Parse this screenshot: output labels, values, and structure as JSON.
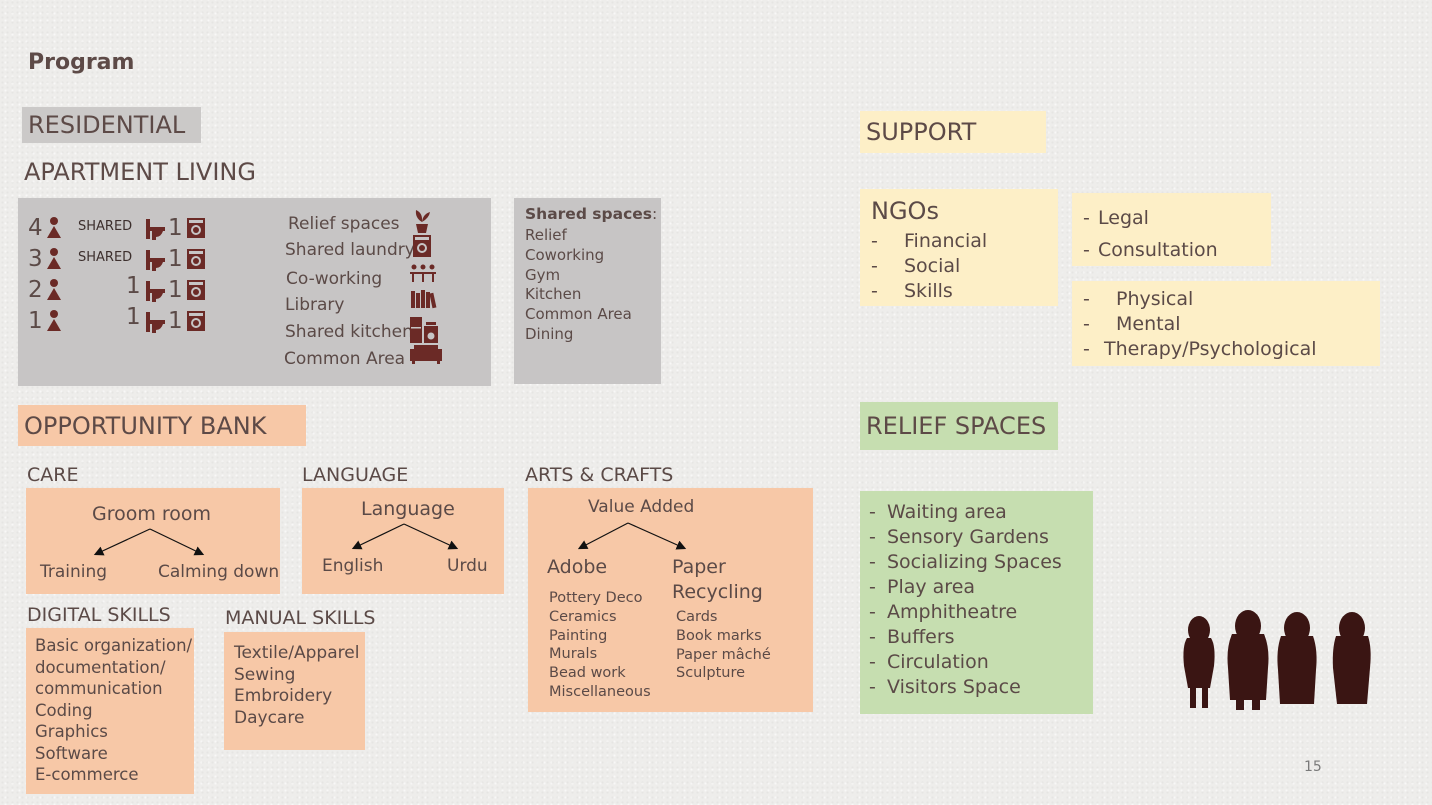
{
  "page": {
    "title": "Program",
    "page_number": "15"
  },
  "residential": {
    "heading": "RESIDENTIAL",
    "subheading": "APARTMENT LIVING",
    "units": [
      {
        "count": "4",
        "shared": "SHARED",
        "bath": "1",
        "laundry": "1"
      },
      {
        "count": "3",
        "shared": "SHARED",
        "bath": "1",
        "laundry": "1"
      },
      {
        "count": "2",
        "shared": "",
        "bath": "1",
        "laundry": "1"
      },
      {
        "count": "1",
        "shared": "",
        "bath": "1",
        "laundry": "1"
      }
    ],
    "amenities": [
      {
        "label": "Relief spaces",
        "icon": "plant-icon"
      },
      {
        "label": "Shared laundry",
        "icon": "washing-machine-icon"
      },
      {
        "label": "Co-working",
        "icon": "people-table-icon"
      },
      {
        "label": "Library",
        "icon": "books-icon"
      },
      {
        "label": "Shared kitchen",
        "icon": "fridge-stove-icon"
      },
      {
        "label": "Common Area",
        "icon": "sofa-icon"
      }
    ],
    "shared_spaces": {
      "title": "Shared spaces",
      "items": [
        "Relief",
        "Coworking",
        "Gym",
        "Kitchen",
        "Common Area",
        "Dining"
      ]
    }
  },
  "opportunity_bank": {
    "heading": "OPPORTUNITY BANK",
    "care": {
      "label": "CARE",
      "root": "Groom room",
      "left": "Training",
      "right": "Calming down"
    },
    "language": {
      "label": "LANGUAGE",
      "root": "Language",
      "left": "English",
      "right": "Urdu"
    },
    "arts": {
      "label": "ARTS & CRAFTS",
      "root": "Value Added",
      "left": "Adobe",
      "right_line1": "Paper",
      "right_line2": "Recycling",
      "left_items": [
        "Pottery Deco",
        "Ceramics",
        "Painting",
        "Murals",
        "Bead work",
        "Miscellaneous"
      ],
      "right_items": [
        "Cards",
        "Book marks",
        "Paper mâché",
        "Sculpture"
      ]
    },
    "digital": {
      "label": "DIGITAL SKILLS",
      "items": [
        "Basic organization/",
        "documentation/",
        "communication",
        "Coding",
        "Graphics",
        "Software",
        "E-commerce"
      ]
    },
    "manual": {
      "label": "MANUAL SKILLS",
      "items": [
        "Textile/Apparel",
        "Sewing",
        "Embroidery",
        "Daycare"
      ]
    }
  },
  "support": {
    "heading": "SUPPORT",
    "ngos": {
      "title": "NGOs",
      "items": [
        "Financial",
        "Social",
        "Skills"
      ]
    },
    "legal": [
      "Legal",
      "Consultation"
    ],
    "therapy": [
      "Physical",
      "Mental",
      "Therapy/Psychological"
    ]
  },
  "relief": {
    "heading": "RELIEF SPACES",
    "items": [
      "Waiting area",
      "Sensory Gardens",
      "Socializing Spaces",
      "Play area",
      "Amphitheatre",
      "Buffers",
      "Circulation",
      "Visitors Space"
    ]
  },
  "colors": {
    "peach": "#f7c8a7",
    "cream": "#fdefc7",
    "green": "#c6deb0",
    "gray": "#cbc9c8",
    "maroon": "#6b2a26"
  }
}
